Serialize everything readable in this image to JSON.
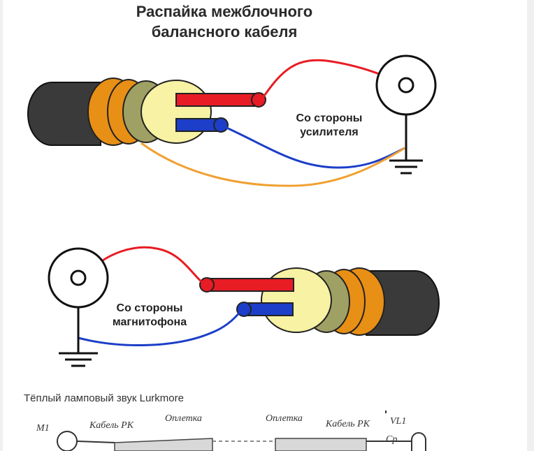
{
  "diagram": {
    "title_line1": "Распайка межблочного",
    "title_line2": "балансного кабеля",
    "amplifier_side": {
      "line1": "Со стороны",
      "line2": "усилителя"
    },
    "recorder_side": {
      "line1": "Со стороны",
      "line2": "магнитофона"
    }
  },
  "colors": {
    "jacket": "#3a3a3a",
    "shield_orange": "#e88f16",
    "layer_olive": "#9fa064",
    "inner_yellow": "#f7f2a4",
    "wire_red": "#e81c24",
    "wire_blue": "#1c3ec8",
    "wire_orange": "#f0a030"
  },
  "caption": {
    "text": "Тёплый ламповый звук Lurkmore"
  },
  "schematic": {
    "labels": [
      "M1",
      "Кабель РК",
      "Оплетка",
      "Оплетка",
      "Кабель РК",
      "VL1",
      "Ср"
    ]
  }
}
